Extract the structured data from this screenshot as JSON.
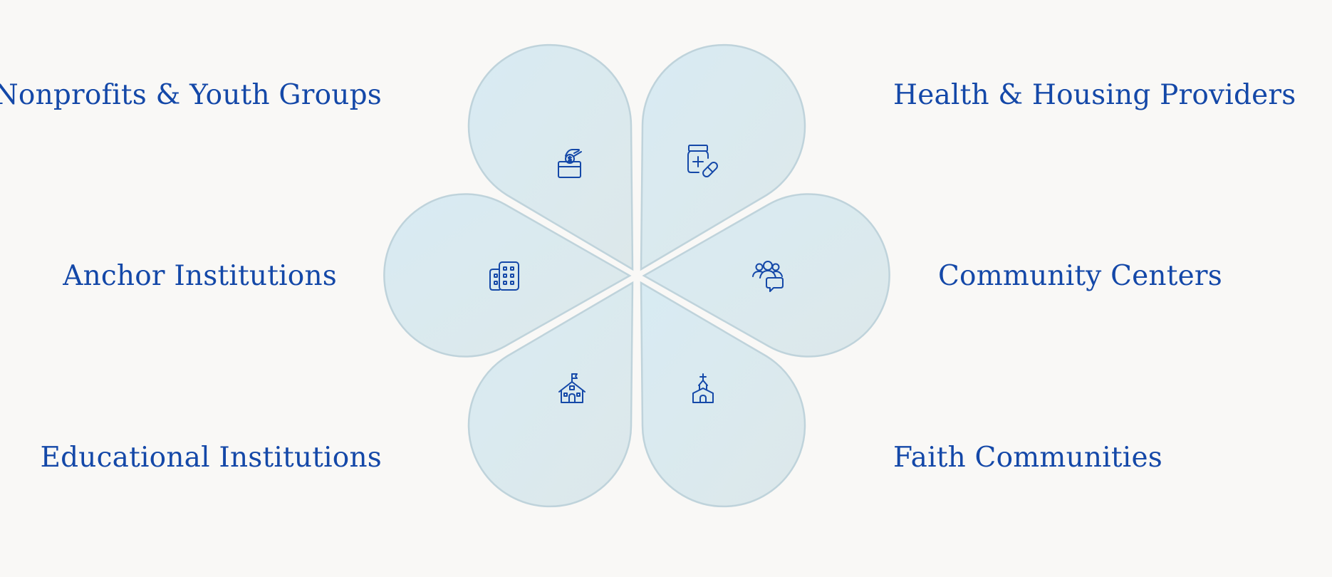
{
  "theme": {
    "background": "#f9f8f6",
    "accent": "#1448a8",
    "petal_fill_top": "#d8ebf3",
    "petal_fill_bottom": "#dde8ea",
    "petal_stroke": "#bfd3db"
  },
  "petals": [
    {
      "id": "nonprofits",
      "label": "Nonprofits & Youth Groups",
      "icon": "donation-icon"
    },
    {
      "id": "health",
      "label": "Health & Housing Providers",
      "icon": "medicine-icon"
    },
    {
      "id": "anchor",
      "label": "Anchor Institutions",
      "icon": "building-icon"
    },
    {
      "id": "community",
      "label": "Community Centers",
      "icon": "community-chat-icon"
    },
    {
      "id": "education",
      "label": "Educational Institutions",
      "icon": "school-icon"
    },
    {
      "id": "faith",
      "label": "Faith Communities",
      "icon": "church-icon"
    }
  ]
}
